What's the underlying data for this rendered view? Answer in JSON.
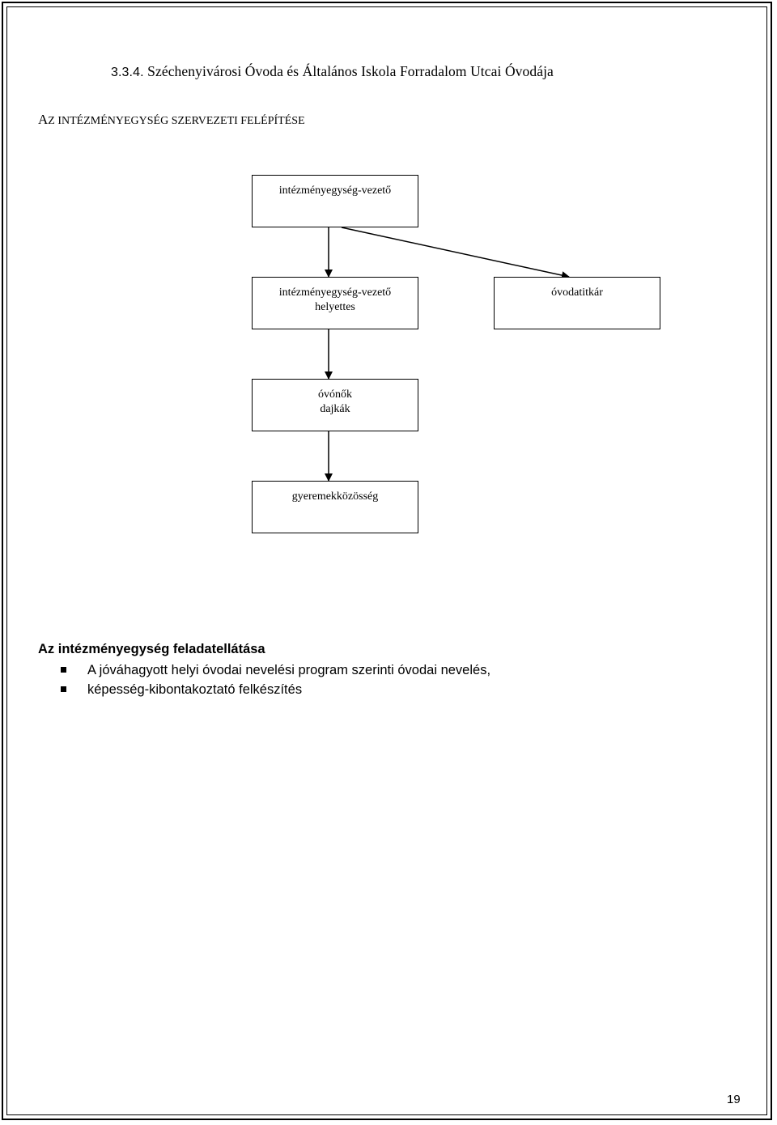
{
  "heading": {
    "number": "3.3.4.",
    "title": "Széchenyivárosi Óvoda és Általános Iskola Forradalom Utcai Óvodája"
  },
  "subheading": {
    "first_letter": "A",
    "rest": "Z INTÉZMÉNYEGYSÉG SZERVEZETI FELÉPÍTÉSE"
  },
  "org_chart": {
    "leader": "intézményegység-vezető",
    "deputy": [
      "intézményegység-vezető",
      "helyettes"
    ],
    "secretary": "óvodatitkár",
    "staff": [
      "óvónők",
      "dajkák"
    ],
    "children": "gyeremekközösség"
  },
  "section": {
    "title": "Az intézményegység feladatellátása",
    "bullets": [
      "A jóváhagyott helyi óvodai nevelési program szerinti óvodai nevelés,",
      "képesség-kibontakoztató felkészítés"
    ]
  },
  "page_number": "19"
}
